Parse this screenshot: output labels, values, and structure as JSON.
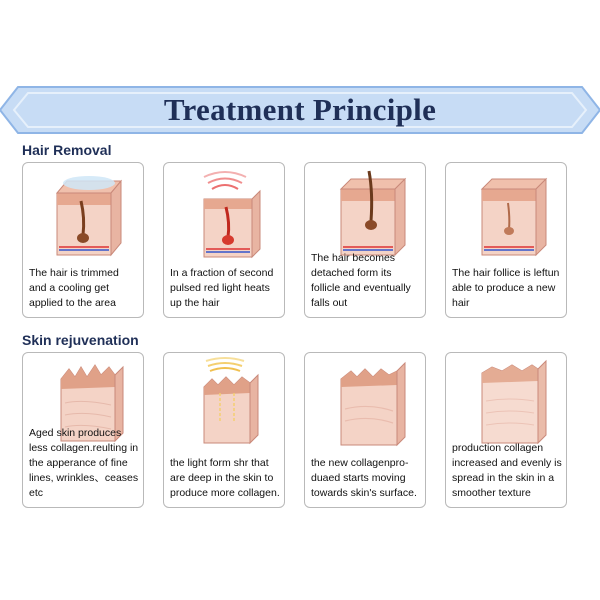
{
  "header": {
    "title": "Treatment Principle"
  },
  "sections": [
    {
      "title": "Hair Removal",
      "cards": [
        {
          "text": "The hair is trimmed and a cooling get applied to the area"
        },
        {
          "text": "In a fraction of second pulsed red light heats up the hair"
        },
        {
          "text": "The hair becomes detached form its follicle and eventually falls out"
        },
        {
          "text": "The hair follice is leftun able to produce a new hair"
        }
      ]
    },
    {
      "title": "Skin rejuvenation",
      "cards": [
        {
          "text": "Aged skin produces less collagen.reulting in the apperance of fine lines, wrinkles、ceases etc"
        },
        {
          "text": "the light form shr that are deep in the skin to produce more collagen."
        },
        {
          "text": "the new collagenpro-duaed starts moving towards skin's surface."
        },
        {
          "text": "production collagen increased and evenly is spread in the skin in a smoother texture"
        }
      ]
    }
  ],
  "colors": {
    "banner": "#c7dcf5",
    "banner_border": "#8fb5e6",
    "title": "#1f2f57",
    "skin": "#f2c8b8",
    "skin_top": "#e2a58c"
  }
}
